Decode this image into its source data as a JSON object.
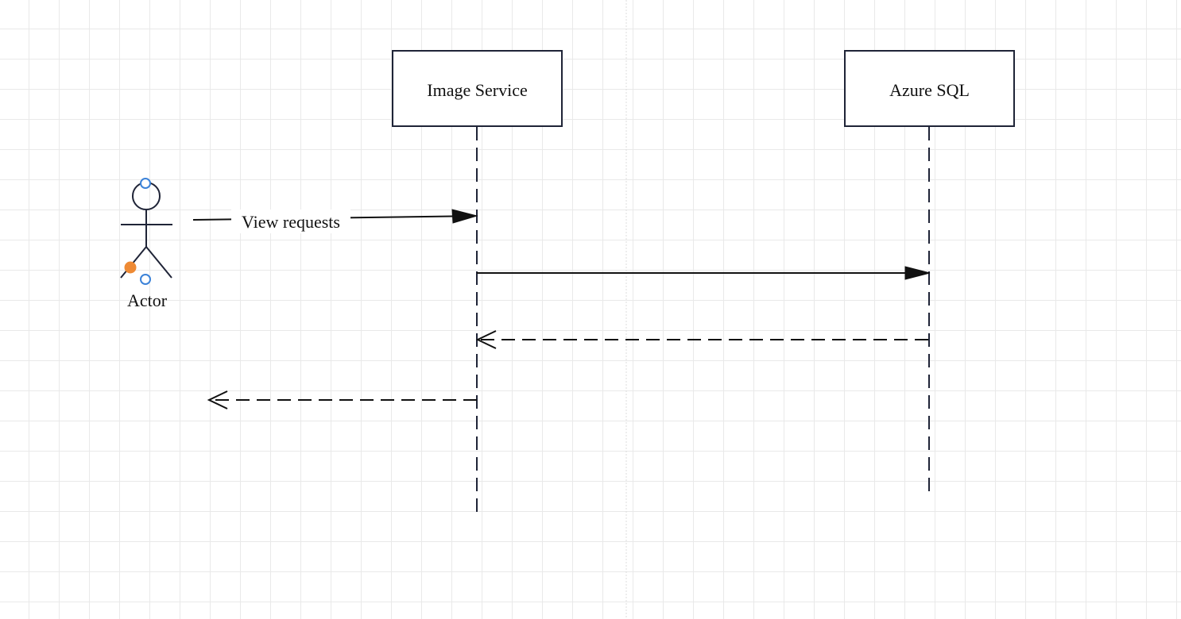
{
  "participants": {
    "image_service": {
      "label": "Image Service"
    },
    "azure_sql": {
      "label": "Azure SQL"
    }
  },
  "actor": {
    "label": "Actor"
  },
  "messages": {
    "view_requests": {
      "label": "View requests"
    }
  },
  "colors": {
    "stroke": "#1f2437",
    "grid": "#e9e9e9",
    "handle_blue": "#3b82d8",
    "handle_orange": "#ee8a35"
  }
}
